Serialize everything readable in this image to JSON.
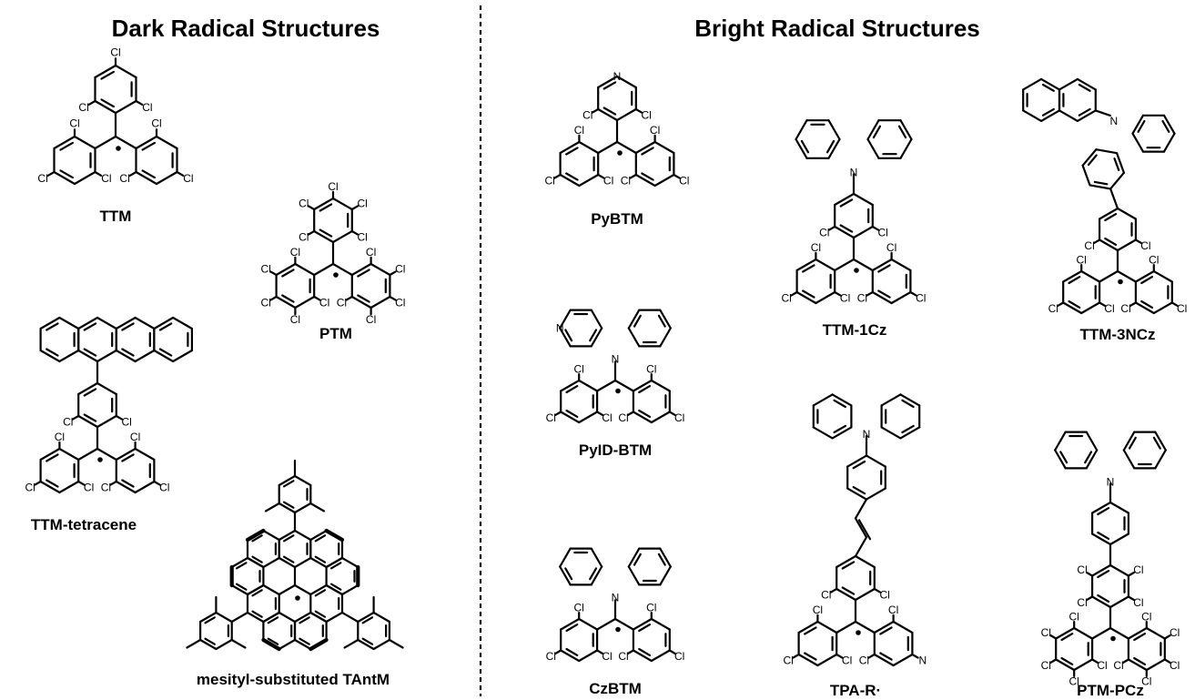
{
  "headings": {
    "dark": "Dark Radical Structures",
    "bright": "Bright Radical Structures"
  },
  "atoms": {
    "cl": "Cl",
    "n": "N"
  },
  "structures": [
    {
      "id": "ttm",
      "label": "TTM"
    },
    {
      "id": "ptm",
      "label": "PTM"
    },
    {
      "id": "ttm-tetracene",
      "label": "TTM-tetracene"
    },
    {
      "id": "mesityl-tantm",
      "label": "mesityl-substituted TAntM"
    },
    {
      "id": "pybtm",
      "label": "PyBTM"
    },
    {
      "id": "pyid-btm",
      "label": "PyID-BTM"
    },
    {
      "id": "czbtm",
      "label": "CzBTM"
    },
    {
      "id": "ttm-1cz",
      "label": "TTM-1Cz"
    },
    {
      "id": "tpa-r",
      "label": "TPA-R·"
    },
    {
      "id": "ttm-3ncz",
      "label": "TTM-3NCz"
    },
    {
      "id": "ptm-pcz",
      "label": "PTM-PCz"
    }
  ]
}
